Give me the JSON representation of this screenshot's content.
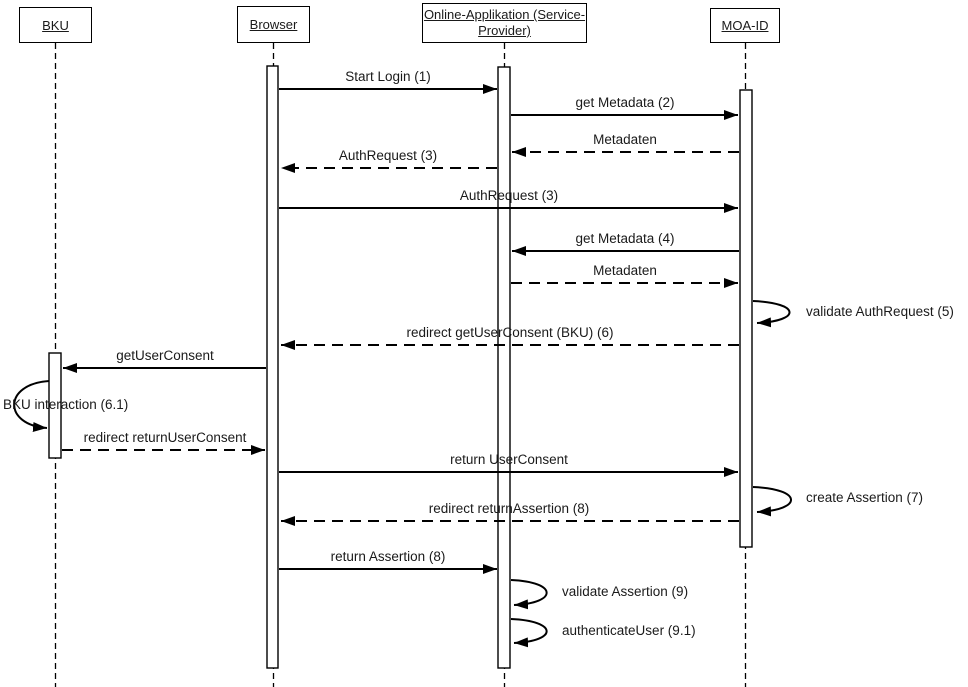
{
  "diagram": {
    "type": "uml-sequence-diagram",
    "colors": {
      "background": "#ffffff",
      "stroke": "#000000",
      "fill": "#ffffff"
    },
    "actors": [
      {
        "id": "bku",
        "label": "BKU"
      },
      {
        "id": "browser",
        "label": "Browser"
      },
      {
        "id": "online-applikation",
        "label": "Online-Applikation (Service-Provider)",
        "label_lines": [
          "Online-Applikation (Service-",
          "Provider)"
        ]
      },
      {
        "id": "moa-id",
        "label": "MOA-ID"
      }
    ],
    "messages": [
      {
        "label": "Start Login (1)",
        "from": "Browser",
        "to": "Online-Applikation (Service-Provider)",
        "style": "solid"
      },
      {
        "label": "get Metadata (2)",
        "from": "Online-Applikation (Service-Provider)",
        "to": "MOA-ID",
        "style": "solid"
      },
      {
        "label": "Metadaten",
        "from": "MOA-ID",
        "to": "Online-Applikation (Service-Provider)",
        "style": "dashed"
      },
      {
        "label": "AuthRequest (3)",
        "from": "Online-Applikation (Service-Provider)",
        "to": "Browser",
        "style": "dashed"
      },
      {
        "label": "AuthRequest (3)",
        "from": "Browser",
        "to": "MOA-ID",
        "style": "solid"
      },
      {
        "label": "get Metadata (4)",
        "from": "MOA-ID",
        "to": "Online-Applikation (Service-Provider)",
        "style": "solid"
      },
      {
        "label": "Metadaten",
        "from": "Online-Applikation (Service-Provider)",
        "to": "MOA-ID",
        "style": "dashed"
      },
      {
        "label": "validate AuthRequest (5)",
        "from": "MOA-ID",
        "to": "MOA-ID",
        "style": "self"
      },
      {
        "label": "redirect getUserConsent (BKU) (6)",
        "from": "MOA-ID",
        "to": "Browser",
        "style": "dashed"
      },
      {
        "label": "getUserConsent",
        "from": "Browser",
        "to": "BKU",
        "style": "solid"
      },
      {
        "label": "BKU interaction (6.1)",
        "from": "BKU",
        "to": "BKU",
        "style": "self"
      },
      {
        "label": "redirect returnUserConsent",
        "from": "BKU",
        "to": "Browser",
        "style": "dashed"
      },
      {
        "label": "return UserConsent",
        "from": "Browser",
        "to": "MOA-ID",
        "style": "solid"
      },
      {
        "label": "create Assertion (7)",
        "from": "MOA-ID",
        "to": "MOA-ID",
        "style": "self"
      },
      {
        "label": "redirect returnAssertion (8)",
        "from": "MOA-ID",
        "to": "Browser",
        "style": "dashed"
      },
      {
        "label": "return Assertion (8)",
        "from": "Browser",
        "to": "Online-Applikation (Service-Provider)",
        "style": "solid"
      },
      {
        "label": "validate Assertion (9)",
        "from": "Online-Applikation (Service-Provider)",
        "to": "Online-Applikation (Service-Provider)",
        "style": "self"
      },
      {
        "label": "authenticateUser (9.1)",
        "from": "Online-Applikation (Service-Provider)",
        "to": "Online-Applikation (Service-Provider)",
        "style": "self"
      }
    ]
  }
}
